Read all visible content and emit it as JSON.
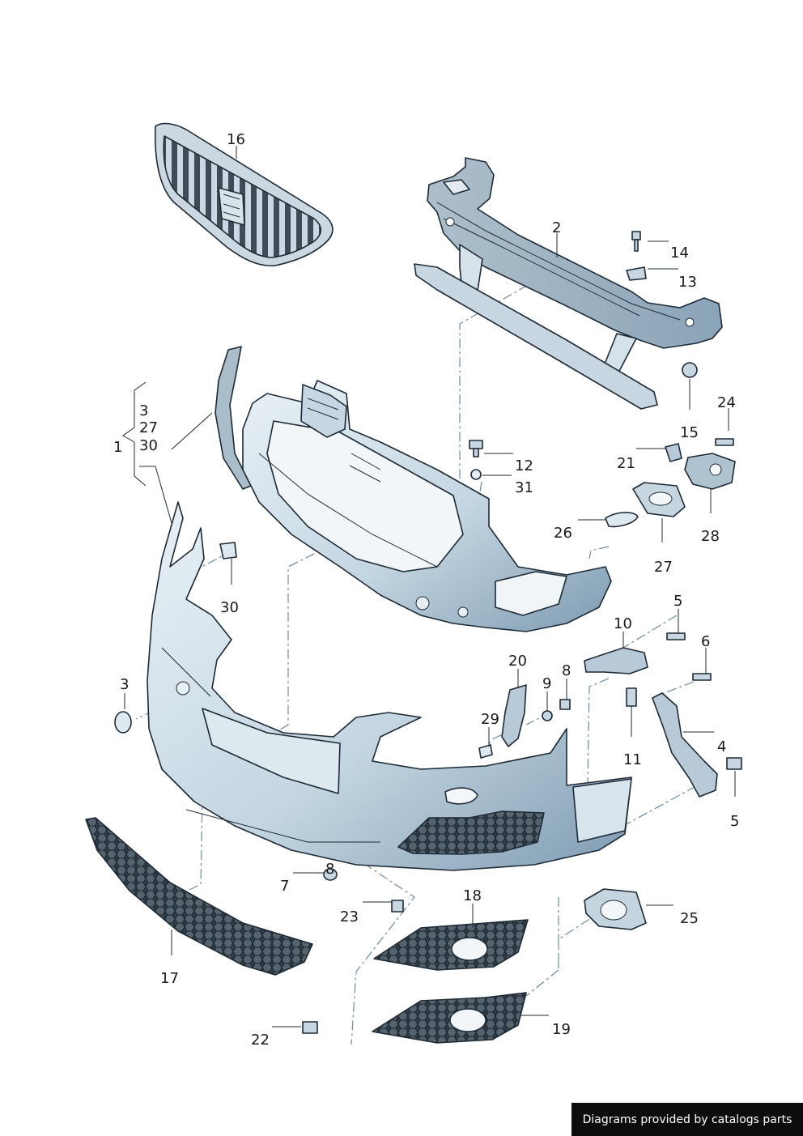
{
  "diagram": {
    "colors": {
      "part_fill": "#bccfdb",
      "part_fill_dark": "#7f9bb0",
      "grille_fill": "#3d4a55",
      "outline": "#1d2a36",
      "dash": "#6d8aa3"
    },
    "labels": {
      "l1": "1",
      "l2": "2",
      "l3a": "3",
      "l3b": "3",
      "l4": "4",
      "l5a": "5",
      "l5b": "5",
      "l6": "6",
      "l7": "7",
      "l8a": "8",
      "l8b": "8",
      "l9": "9",
      "l10": "10",
      "l11": "11",
      "l12": "12",
      "l13": "13",
      "l14": "14",
      "l15": "15",
      "l16": "16",
      "l17": "17",
      "l18": "18",
      "l19": "19",
      "l20": "20",
      "l21": "21",
      "l22": "22",
      "l23": "23",
      "l24": "24",
      "l25": "25",
      "l26": "26",
      "l27a": "27",
      "l27b": "27",
      "l28": "28",
      "l29": "29",
      "l30a": "30",
      "l30b": "30",
      "l31": "31"
    }
  },
  "footer": {
    "credit": "Diagrams provided by catalogs parts"
  }
}
